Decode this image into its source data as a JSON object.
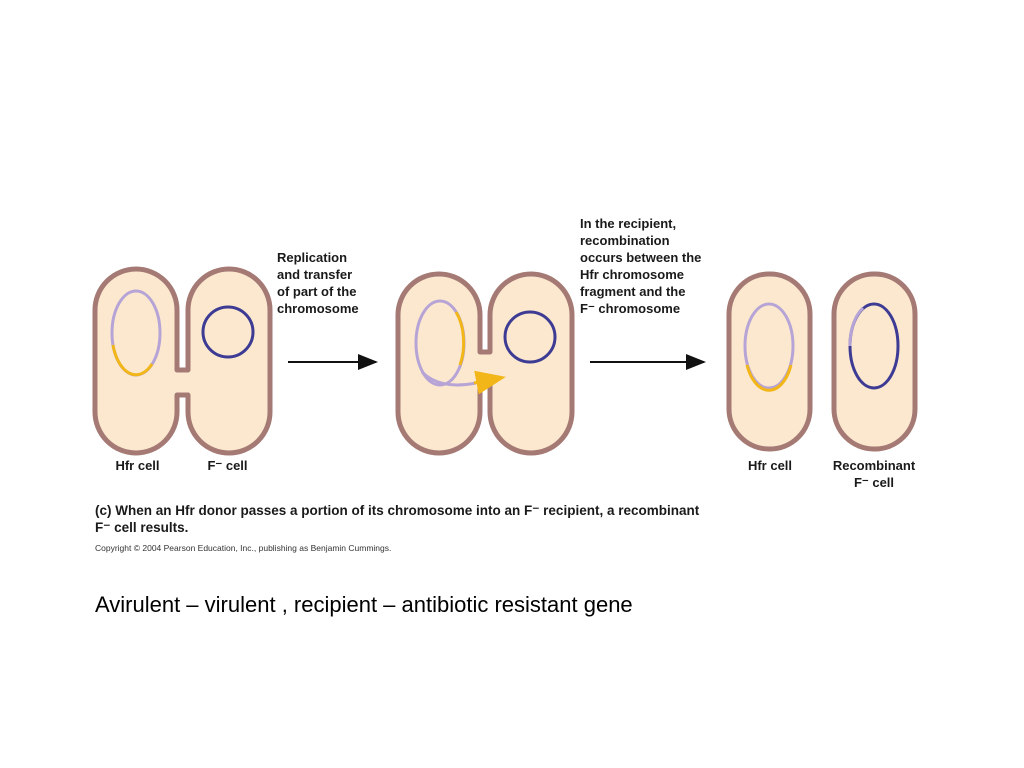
{
  "labels": {
    "step1": "Replication\nand transfer\nof part of the\nchromosome",
    "step2": "In the recipient,\nrecombination\noccurs between the\nHfr chromosome\nfragment and the\nF⁻ chromosome",
    "hfr_cell_1": "Hfr cell",
    "f_minus_cell": "F⁻ cell",
    "hfr_cell_2": "Hfr cell",
    "recombinant": "Recombinant\nF⁻ cell"
  },
  "caption": {
    "prefix": "(c)",
    "text": "When an Hfr donor passes a portion of its chromosome into an F⁻ recipient, a recombinant\n      F⁻ cell results."
  },
  "copyright": "Copyright © 2004 Pearson Education, Inc., publishing as Benjamin Cummings.",
  "note": "Avirulent – virulent , recipient – antibiotic resistant gene",
  "colors": {
    "cell_fill": "#fbe8cf",
    "cell_outline": "#a57a74",
    "hfr_chromosome": "#b7a4d6",
    "transferred_segment": "#f2b619",
    "f_minus_chromosome": "#3d3b94",
    "arrow": "#111111"
  }
}
